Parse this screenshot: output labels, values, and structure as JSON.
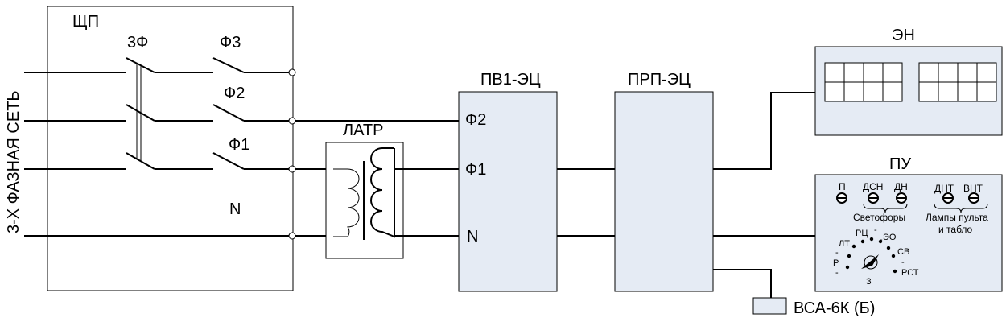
{
  "colors": {
    "block_fill": "#e5ebf4",
    "line": "#000000",
    "background": "#ffffff"
  },
  "side_label": "3-Х  ФАЗНАЯ  СЕТЬ",
  "panel_shchp": {
    "label": "ЩП",
    "switch_3f": "3Ф",
    "phase3": "Ф3",
    "phase2": "Ф2",
    "phase1": "Ф1",
    "neutral": "N"
  },
  "latr": {
    "label": "ЛАТР"
  },
  "pv1": {
    "label": "ПВ1-ЭЦ",
    "f2": "Ф2",
    "f1": "Ф1",
    "n": "N"
  },
  "prp": {
    "label": "ПРП-ЭЦ"
  },
  "en": {
    "label": "ЭН"
  },
  "pu": {
    "label": "ПУ",
    "lamp_p": "П",
    "lamp_dsn": "ДСН",
    "lamp_dn": "ДН",
    "lamp_dnt": "ДНТ",
    "lamp_vnt": "ВНТ",
    "group_signals": "Светофоры",
    "group_lamps_1": "Лампы пульта",
    "group_lamps_2": "и табло",
    "dial": {
      "lt": "ЛТ",
      "rts": "РЦ",
      "eo": "ЭО",
      "sv": "СВ",
      "r": "Р",
      "rst": "РСТ",
      "z": "З",
      "dash": "-"
    }
  },
  "vsa": {
    "label": "ВСА-6К (Б)"
  }
}
